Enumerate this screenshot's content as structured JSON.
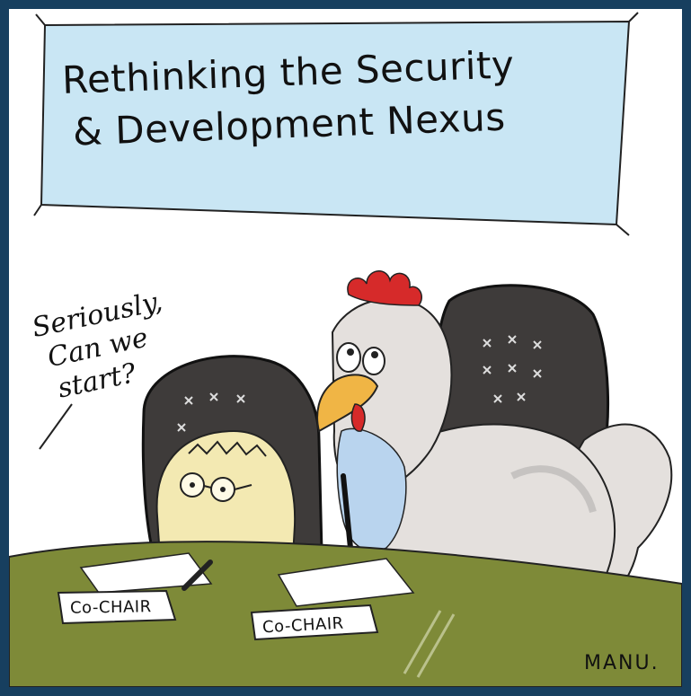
{
  "banner": {
    "line1": "Rethinking the Security",
    "line2": "& Development Nexus"
  },
  "speech": {
    "line1": "Seriously,",
    "line2": "Can we",
    "line3": "start?"
  },
  "placards": {
    "left": "Co-CHAIR",
    "right": "Co-CHAIR"
  },
  "signature": "MANU.",
  "colors": {
    "frame": "#173f5f",
    "banner": "#c9e6f4",
    "table": "#7e8a38",
    "chair": "#3e3b3a",
    "egg": "#f3e9b2",
    "chicken": "#e4e0dd",
    "comb": "#d62a2a",
    "beak": "#f0b545",
    "chest": "#b9d4ee"
  }
}
